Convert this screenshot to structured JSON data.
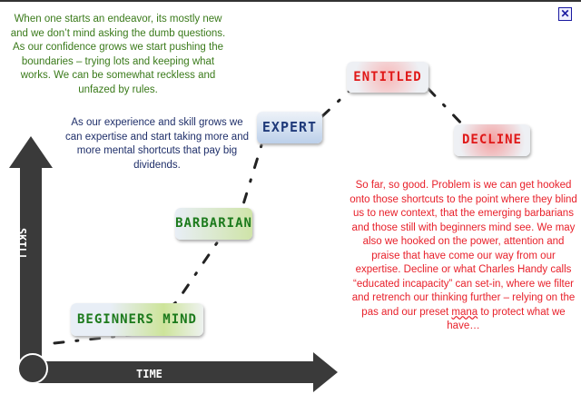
{
  "close_button": "✕",
  "texts": {
    "green": "When one starts an endeavor, its mostly new and we don’t mind asking the dumb questions. As our confidence grows we start pushing the boundaries – trying lots and keeping what works. We can be somewhat reckless and unfazed by rules.",
    "blue": "As our experience and skill grows we can expertise and start taking more and more mental shortcuts that pay big dividends.",
    "red_a": "So far, so good. Problem is we can get hooked onto those shortcuts to the point where they blind us to new context, that the emerging barbarians and those still with beginners mind see. We may also we hooked on the power, attention and praise that have come our way from our expertise. Decline or what Charles Handy calls “educated incapacity” can set-in, where we filter and retrench our thinking further – relying on the pas and our preset ",
    "red_b": "mana",
    "red_c": " to protect what we have…"
  },
  "stages": [
    "BEGINNERS MIND",
    "BARBARIAN",
    "EXPERT",
    "ENTITLED",
    "DECLINE"
  ],
  "axes": {
    "y": "SKILL",
    "x": "TIME"
  },
  "colors": {
    "green": "#3a7a1a",
    "blue": "#1f2f6a",
    "red": "#e8202a",
    "arrow": "#3a3a3a"
  }
}
